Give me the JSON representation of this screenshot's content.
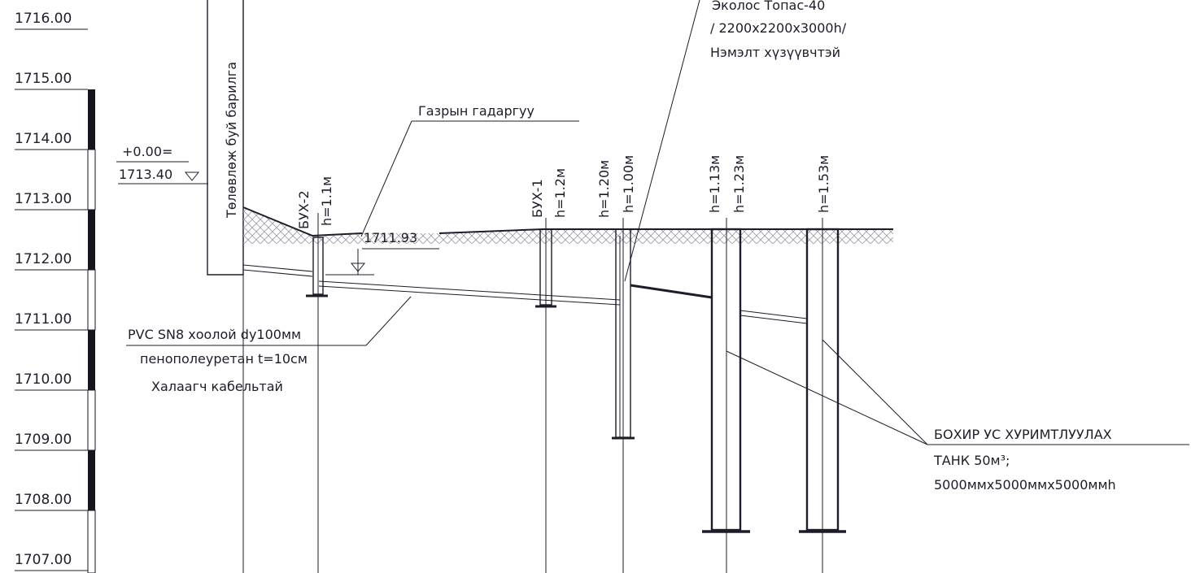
{
  "scale": {
    "levels": [
      "1716.00",
      "1715.00",
      "1714.00",
      "1713.00",
      "1712.00",
      "1711.00",
      "1710.00",
      "1709.00",
      "1708.00",
      "1707.00"
    ]
  },
  "datum": {
    "zero": "+0.00=",
    "elevation": "1713.40"
  },
  "building": {
    "label": "Төлөвлөж буй барилга"
  },
  "ground": {
    "label": "Газрын гадаргуу",
    "level": "1711.93"
  },
  "pipe": {
    "line1": "PVC SN8 хоолой dy100мм",
    "line2": "пенополеуретан t=10см",
    "line3": "Халаагч кабельтай"
  },
  "equipment": {
    "line1": "Эколос Топас-40",
    "line2": "/ 2200x2200x3000h/",
    "line3": "Нэмэлт хүзүүвчтэй"
  },
  "tank": {
    "line1": "БОХИР УС ХУРИМТЛУУЛАХ",
    "line2": "ТАНК 50м³;",
    "line3": "5000ммx5000ммx5000ммh"
  },
  "vertical_labels": {
    "bux2": "БУХ-2",
    "h11": "h=1.1м",
    "bux1": "БУХ-1",
    "h12": "h=1.2м",
    "h120": "h=1.20м",
    "h100": "h=1.00м",
    "h113": "h=1.13м",
    "h123": "h=1.23м",
    "h153": "h=1.53м"
  }
}
